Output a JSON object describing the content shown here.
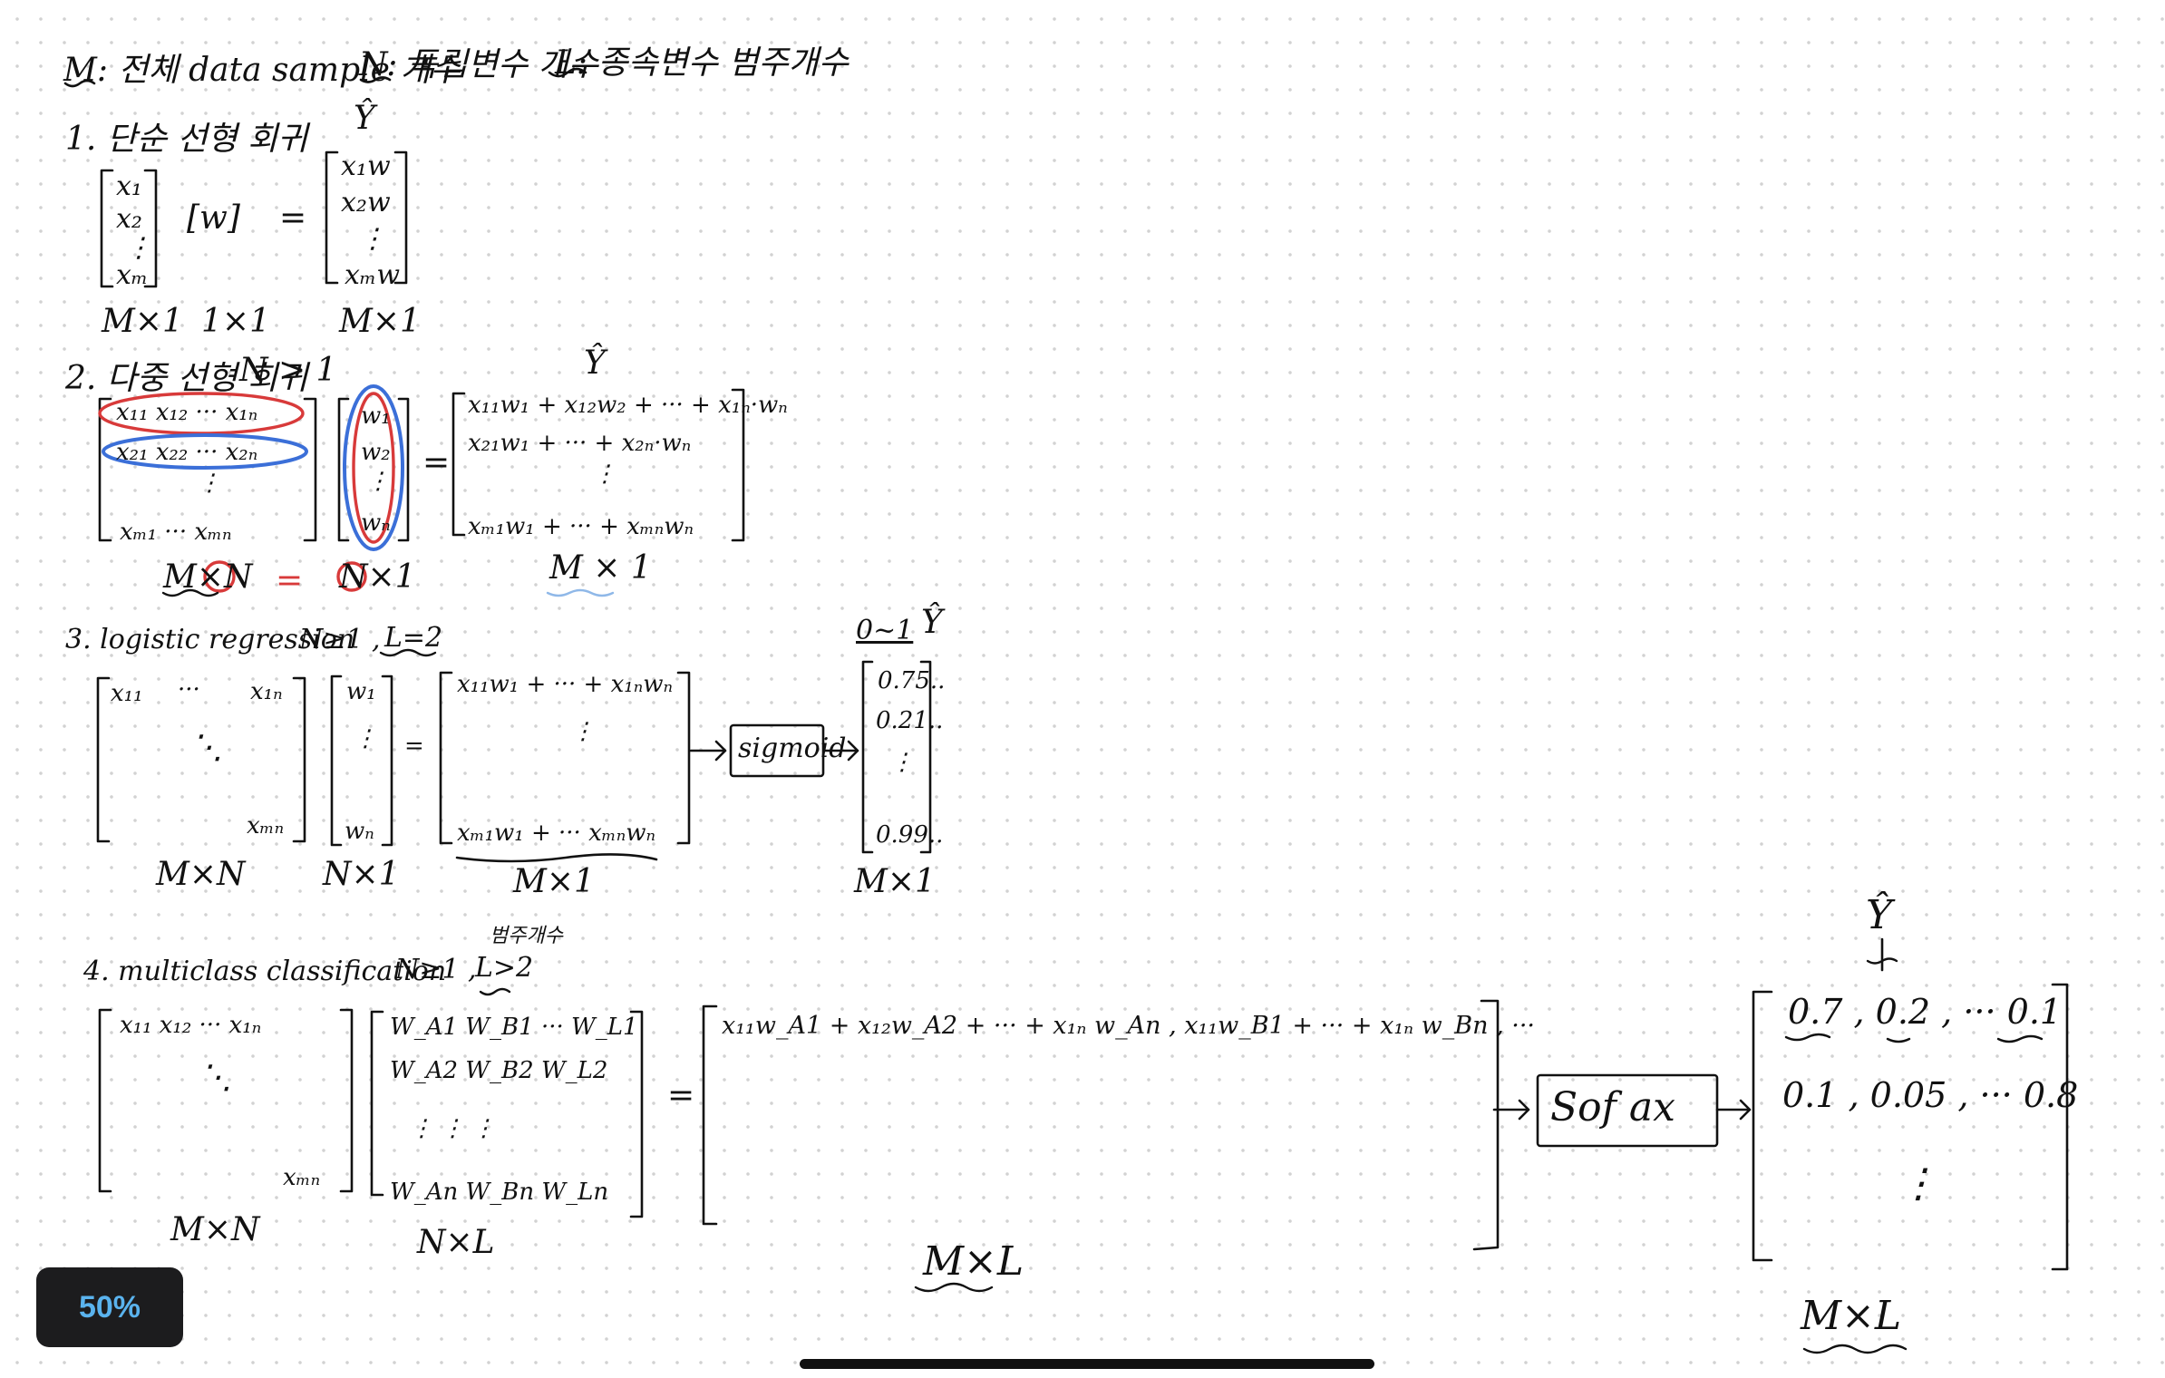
{
  "header": {
    "m_def": "M: 전체 data sample 개수",
    "n_def": "N: 독립변수 개수",
    "l_def": "L: 종속변수 범주개수"
  },
  "s1": {
    "title": "1. 단순 선형 회귀",
    "yhat": "Ŷ",
    "x_col": [
      "x₁",
      "x₂",
      "⋮",
      "xₘ"
    ],
    "w": "[w]",
    "eq": "=",
    "y_col": [
      "x₁w",
      "x₂w",
      "⋮",
      "xₘw"
    ],
    "dim_x": "M×1",
    "dim_w": "1×1",
    "dim_y": "M×1"
  },
  "s2": {
    "title": "2. 다중 선형 회귀",
    "cond": "N > 1",
    "yhat": "Ŷ",
    "x_row1": "x₁₁  x₁₂  ···  x₁ₙ",
    "x_row2": "x₂₁  x₂₂  ···  x₂ₙ",
    "x_vdots": "⋮",
    "x_rowm": "xₘ₁   ···   xₘₙ",
    "w_col": [
      "w₁",
      "w₂",
      "⋮",
      "wₙ"
    ],
    "eq": "=",
    "y_row1": "x₁₁w₁ + x₁₂w₂ + ··· + x₁ₙ·wₙ",
    "y_row2": "x₂₁w₁ +    ···    + x₂ₙ·wₙ",
    "y_vdots": "⋮",
    "y_rowm": "xₘ₁w₁ +   ···   + xₘₙwₙ",
    "dim_x": "M×N",
    "dim_eq": "=",
    "dim_w": "N×1",
    "dim_y": "M × 1"
  },
  "s3": {
    "title": "3. logistic regression",
    "cond": "N≥1 ,",
    "l_cond": "L=2",
    "x_tl": "x₁₁",
    "x_dots": "···",
    "x_tr": "x₁ₙ",
    "x_ddots": "⋱",
    "x_br": "xₘₙ",
    "w_top": "w₁",
    "w_vdots": "⋮",
    "w_bot": "wₙ",
    "eq": "=",
    "z_top": "x₁₁w₁ + ··· + x₁ₙwₙ",
    "z_vdots": "⋮",
    "z_bot": "xₘ₁w₁ +  ···   xₘₙwₙ",
    "sigmoid": "sigmoid",
    "range": "0~1",
    "yhat": "Ŷ",
    "probs": [
      "0.75..",
      "0.21..",
      "⋮",
      "0.99.."
    ],
    "dim_x": "M×N",
    "dim_w": "N×1",
    "dim_z": "M×1",
    "dim_y": "M×1"
  },
  "s4": {
    "note": "범주개수",
    "title": "4. multiclass classification",
    "cond": "N≥1 ,",
    "l_cond": "L>2",
    "x_r1": "x₁₁  x₁₂   ···    x₁ₙ",
    "x_ddots": "⋱",
    "x_br": "xₘₙ",
    "w_r1": "W_A1   W_B1  ···  W_L1",
    "w_r2": "W_A2   W_B2          W_L2",
    "w_r3": "⋮        ⋮               ⋮",
    "w_r4": "W_An   W_Bn          W_Ln",
    "eq": "=",
    "z_r1": "x₁₁w_A1 + x₁₂w_A2 + ··· + x₁ₙ w_An ,  x₁₁w_B1 + ··· + x₁ₙ w_Bn , ···",
    "softmax": "Sof  ax",
    "yhat": "Ŷ",
    "y_r1": "0.7 ,   0.2 , ··· 0.1",
    "y_r2": "0.1 ,   0.05 , ··· 0.8",
    "y_vdots": "⋮",
    "dim_x": "M×N",
    "dim_w": "N×L",
    "dim_z": "M×L",
    "dim_y": "M×L"
  },
  "status": {
    "zoom": "50%"
  },
  "colors": {
    "ink": "#111111",
    "red_marker": "#d83a3a",
    "blue_marker": "#3b6fd8",
    "underline_blue": "#8fb8e8",
    "zoom_text": "#5ab3ee",
    "zoom_bg": "#1c1c1e"
  }
}
